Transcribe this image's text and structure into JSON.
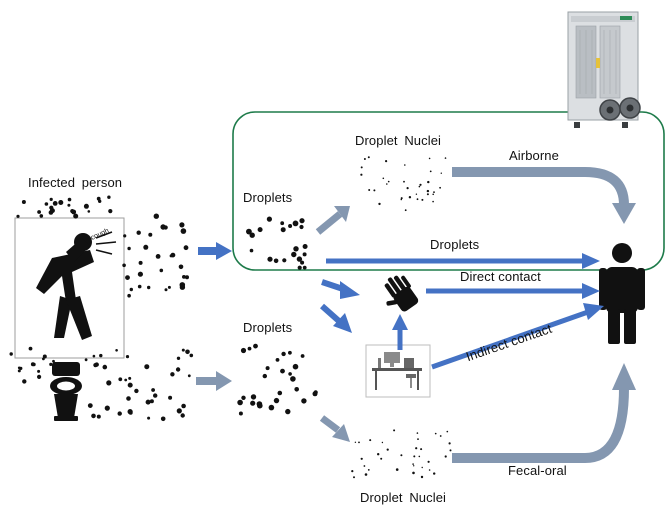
{
  "labels": {
    "infected_person": "Infected person",
    "droplets_top": "Droplets",
    "droplets_bottom": "Droplets",
    "droplet_nuclei_top": "Droplet Nuclei",
    "droplet_nuclei_bottom": "Droplet Nuclei",
    "airborne": "Airborne",
    "droplets_route": "Droplets",
    "direct_contact": "Direct contact",
    "indirect_contact": "Indirect contact",
    "fecal_oral": "Fecal-oral",
    "cough": "cough"
  },
  "colors": {
    "arrow_blue": "#4472c4",
    "arrow_grey_blue": "#8497b0",
    "frame_green": "#1e7b4a",
    "dots": "#111111"
  },
  "icons": [
    "coughing-person-icon",
    "toilet-icon",
    "hand-icon",
    "desk-icon",
    "air-purifier-icon",
    "person-icon"
  ]
}
